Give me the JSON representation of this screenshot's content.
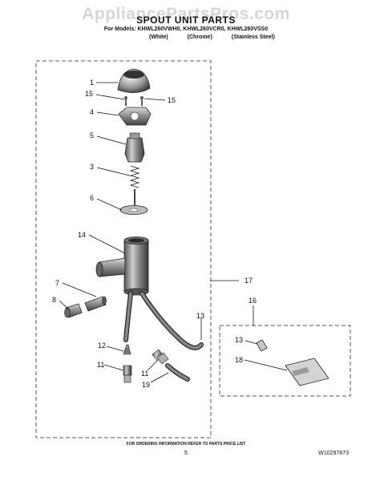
{
  "watermark": "AppliancePartsPros.com",
  "header": {
    "title": "SPOUT UNIT PARTS",
    "models_line": "For Models: KHWL260VWH0, KHWL260VCR0, KHWL260VSS0",
    "finishes": [
      "(White)",
      "(Chrome)",
      "(Stainless Steel)"
    ]
  },
  "callouts": {
    "c1": "1",
    "c15a": "15",
    "c15b": "15",
    "c4": "4",
    "c5": "5",
    "c3": "3",
    "c6": "6",
    "c14": "14",
    "c17": "17",
    "c7": "7",
    "c8": "8",
    "c16": "16",
    "c13a": "13",
    "c12": "12",
    "c11a": "11",
    "c11b": "11",
    "c19": "19",
    "c13b": "13",
    "c18": "18"
  },
  "footer": {
    "ordering_note": "FOR ORDERING INFORMATION REFER TO PARTS PRICE LIST",
    "page_number": "5",
    "document_number": "W10297873"
  }
}
